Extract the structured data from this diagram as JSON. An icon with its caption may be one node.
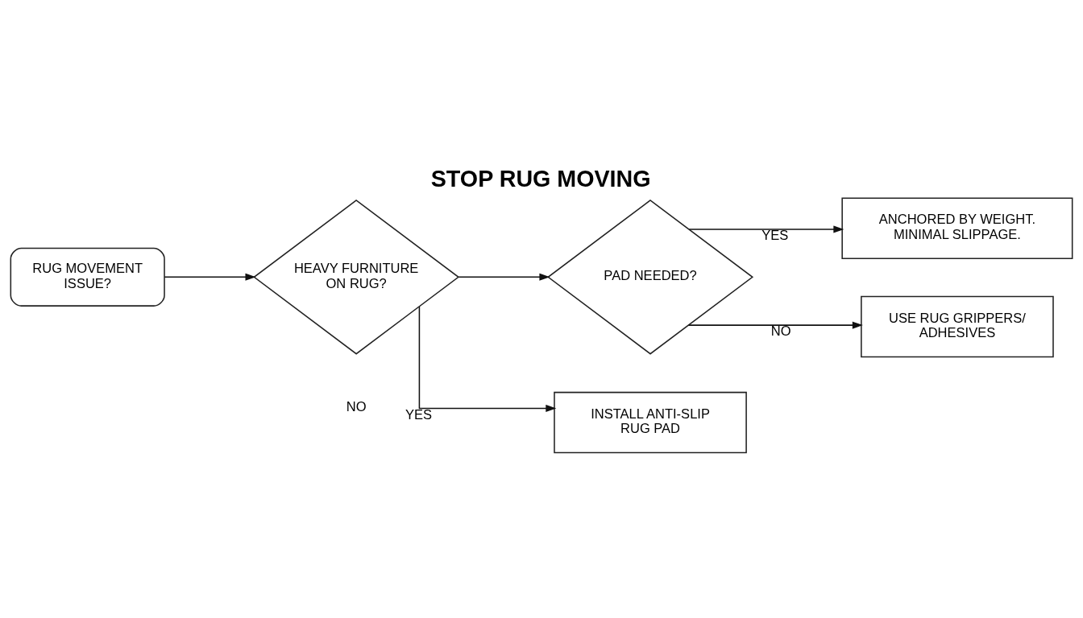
{
  "diagram": {
    "title": "STOP RUG MOVING",
    "nodes": [
      {
        "text": [
          "RUG MOVEMENT ISSUE?"
        ]
      },
      {
        "text": [
          "HEAVY FURNITURE ON RUG?"
        ]
      },
      {
        "text": [
          "PAD NEEDED?"
        ]
      },
      {
        "text": [
          "ANCHORED BY WEIGHT. MINIMAL SLIPPAGE."
        ]
      },
      {
        "text": [
          "INSTALL ANTI-SLIP RUG PAD"
        ]
      },
      {
        "text": [
          "USE RUG GRIPPERS/ ADHESIVES"
        ]
      }
    ],
    "edges": [
      {
        "from": 0,
        "to": 1,
        "arrow": "to"
      },
      {
        "from": 1,
        "to": 2,
        "arrow": "to"
      },
      {
        "from": 1,
        "to": 4,
        "arrow": "to",
        "label": "YES"
      },
      {
        "from": 2,
        "to": 3,
        "arrow": "to",
        "label": "YES"
      },
      {
        "from": 2,
        "to": 5,
        "arrow": "to",
        "label": "NO"
      }
    ],
    "labels": [
      "NO"
    ]
  }
}
